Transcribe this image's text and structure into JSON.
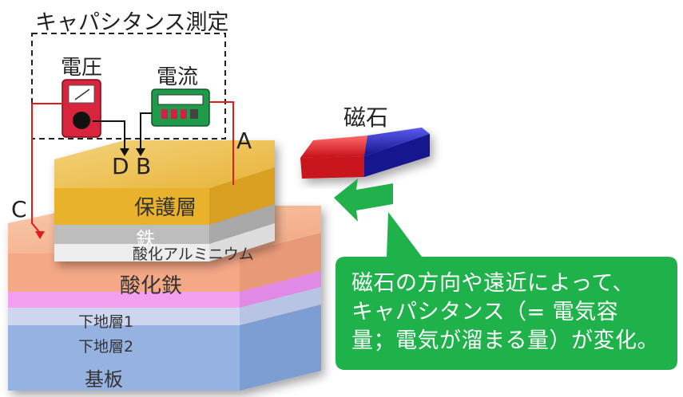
{
  "measurement_box": {
    "title": "キャパシタンス測定",
    "voltage_label": "電圧",
    "current_label": "電流"
  },
  "terminals": {
    "a": "A",
    "b": "B",
    "c": "C",
    "d": "D"
  },
  "magnet": {
    "label": "磁石",
    "colors": {
      "north": "#e81c24",
      "south": "#1a1aa8"
    }
  },
  "layers": {
    "protective": "保護層",
    "iron": "鉄",
    "aluminum_oxide": "酸化アルミニウム",
    "iron_oxide": "酸化鉄",
    "underlayer1": "下地層1",
    "underlayer2": "下地層2",
    "substrate": "基板"
  },
  "callout": {
    "lines": [
      "磁石の方向や遠近によって、",
      "キャパシタンス（= 電気容",
      "量；電気が溜まる量）が変化。"
    ],
    "color": "#1fb14a"
  }
}
